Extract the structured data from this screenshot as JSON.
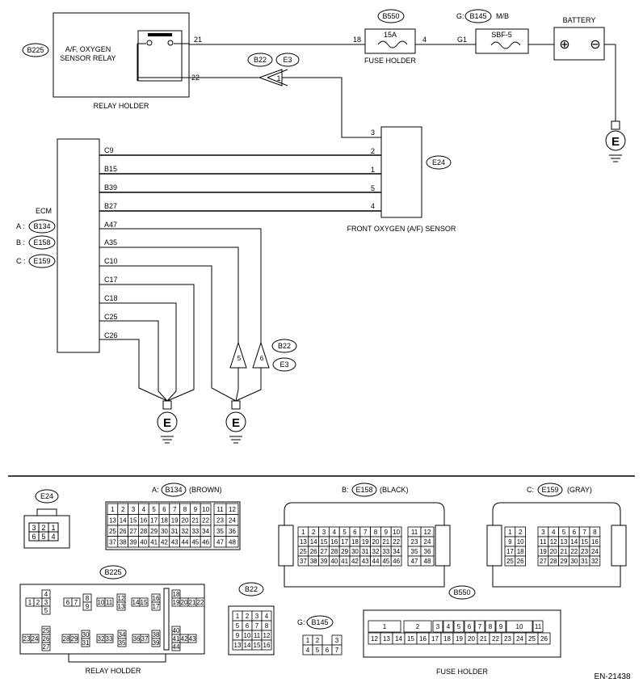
{
  "relay": {
    "code": "B225",
    "label_line1": "A/F, OXYGEN",
    "label_line2": "SENSOR RELAY",
    "pin_21": "21",
    "pin_22": "22",
    "holder_label": "RELAY HOLDER"
  },
  "fuse": {
    "code": "B550",
    "rating": "15A",
    "pin_in": "18",
    "pin_out": "4",
    "holder_label": "FUSE HOLDER"
  },
  "sbf": {
    "code": "B145",
    "code_prefix": "G:",
    "mb": "M/B",
    "label": "SBF-5",
    "pin": "G1"
  },
  "battery": {
    "label": "BATTERY",
    "plus": "⊕",
    "minus": "⊖"
  },
  "connector_pair": {
    "b22": "B22",
    "e3": "E3",
    "pin": "1"
  },
  "sensor": {
    "code": "E24",
    "label": "FRONT OXYGEN (A/F) SENSOR",
    "pins": [
      "3",
      "2",
      "1",
      "5",
      "4"
    ]
  },
  "ecm": {
    "label": "ECM",
    "connectors": [
      {
        "prefix": "A :",
        "code": "B134"
      },
      {
        "prefix": "B :",
        "code": "E158"
      },
      {
        "prefix": "C :",
        "code": "E159"
      }
    ],
    "pins": [
      "C9",
      "B15",
      "B39",
      "B27",
      "A47",
      "A35",
      "C10",
      "C17",
      "C18",
      "C25",
      "C26"
    ]
  },
  "ground_connectors": {
    "left_pin": "5",
    "right_pin": "6",
    "b22": "B22",
    "e3": "E3"
  },
  "ground_symbol": "E",
  "connector_views": {
    "e24": {
      "code": "E24",
      "rows": [
        [
          "3",
          "2",
          "1"
        ],
        [
          "6",
          "5",
          "4"
        ]
      ]
    },
    "a": {
      "prefix": "A:",
      "code": "B134",
      "color": "(BROWN)",
      "main": [
        [
          "1",
          "2",
          "3",
          "4",
          "5",
          "6",
          "7",
          "8",
          "9",
          "10"
        ],
        [
          "13",
          "14",
          "15",
          "16",
          "17",
          "18",
          "19",
          "20",
          "21",
          "22"
        ],
        [
          "25",
          "26",
          "27",
          "28",
          "29",
          "30",
          "31",
          "32",
          "33",
          "34"
        ],
        [
          "37",
          "38",
          "39",
          "40",
          "41",
          "42",
          "43",
          "44",
          "45",
          "46"
        ]
      ],
      "side": [
        [
          "11",
          "12"
        ],
        [
          "23",
          "24"
        ],
        [
          "35",
          "36"
        ],
        [
          "47",
          "48"
        ]
      ]
    },
    "b": {
      "prefix": "B:",
      "code": "E158",
      "color": "(BLACK)",
      "main": [
        [
          "1",
          "2",
          "3",
          "4",
          "5",
          "6",
          "7",
          "8",
          "9",
          "10"
        ],
        [
          "13",
          "14",
          "15",
          "16",
          "17",
          "18",
          "19",
          "20",
          "21",
          "22"
        ],
        [
          "25",
          "26",
          "27",
          "28",
          "29",
          "30",
          "31",
          "32",
          "33",
          "34"
        ],
        [
          "37",
          "38",
          "39",
          "40",
          "41",
          "42",
          "43",
          "44",
          "45",
          "46"
        ]
      ],
      "side": [
        [
          "11",
          "12"
        ],
        [
          "23",
          "24"
        ],
        [
          "35",
          "36"
        ],
        [
          "47",
          "48"
        ]
      ]
    },
    "c": {
      "prefix": "C:",
      "code": "E159",
      "color": "(GRAY)",
      "left": [
        [
          "1",
          "2"
        ],
        [
          "9",
          "10"
        ],
        [
          "17",
          "18"
        ],
        [
          "25",
          "26"
        ]
      ],
      "right": [
        [
          "3",
          "4",
          "5",
          "6",
          "7",
          "8"
        ],
        [
          "11",
          "12",
          "13",
          "14",
          "15",
          "16"
        ],
        [
          "19",
          "20",
          "21",
          "22",
          "23",
          "24"
        ],
        [
          "27",
          "28",
          "29",
          "30",
          "31",
          "32"
        ]
      ]
    },
    "b225": {
      "code": "B225",
      "holder_label": "RELAY HOLDER",
      "pins": [
        "1",
        "2",
        "3",
        "4",
        "5",
        "6",
        "7",
        "8",
        "9",
        "10",
        "11",
        "12",
        "13",
        "14",
        "15",
        "16",
        "17",
        "18",
        "19",
        "20",
        "21",
        "22",
        "23",
        "24",
        "25",
        "26",
        "27",
        "28",
        "29",
        "30",
        "31",
        "32",
        "33",
        "34",
        "35",
        "36",
        "37",
        "38",
        "39",
        "40",
        "41",
        "42",
        "43",
        "44"
      ]
    },
    "b22": {
      "code": "B22",
      "rows": [
        [
          "1",
          "2",
          "3",
          "4"
        ],
        [
          "5",
          "6",
          "7",
          "8"
        ],
        [
          "9",
          "10",
          "11",
          "12"
        ],
        [
          "13",
          "14",
          "15",
          "16"
        ]
      ]
    },
    "b145": {
      "prefix": "G:",
      "code": "B145",
      "pins": [
        "1",
        "2",
        "3",
        "4",
        "5",
        "6",
        "7"
      ]
    },
    "b550": {
      "code": "B550",
      "holder_label": "FUSE HOLDER",
      "top": [
        "1",
        "2",
        "3",
        "4",
        "5",
        "6",
        "7",
        "8",
        "9",
        "10",
        "11"
      ],
      "bottom": [
        "12",
        "13",
        "14",
        "15",
        "16",
        "17",
        "18",
        "19",
        "20",
        "21",
        "22",
        "23",
        "24",
        "25",
        "26"
      ]
    }
  },
  "figure_code": "EN-21438"
}
